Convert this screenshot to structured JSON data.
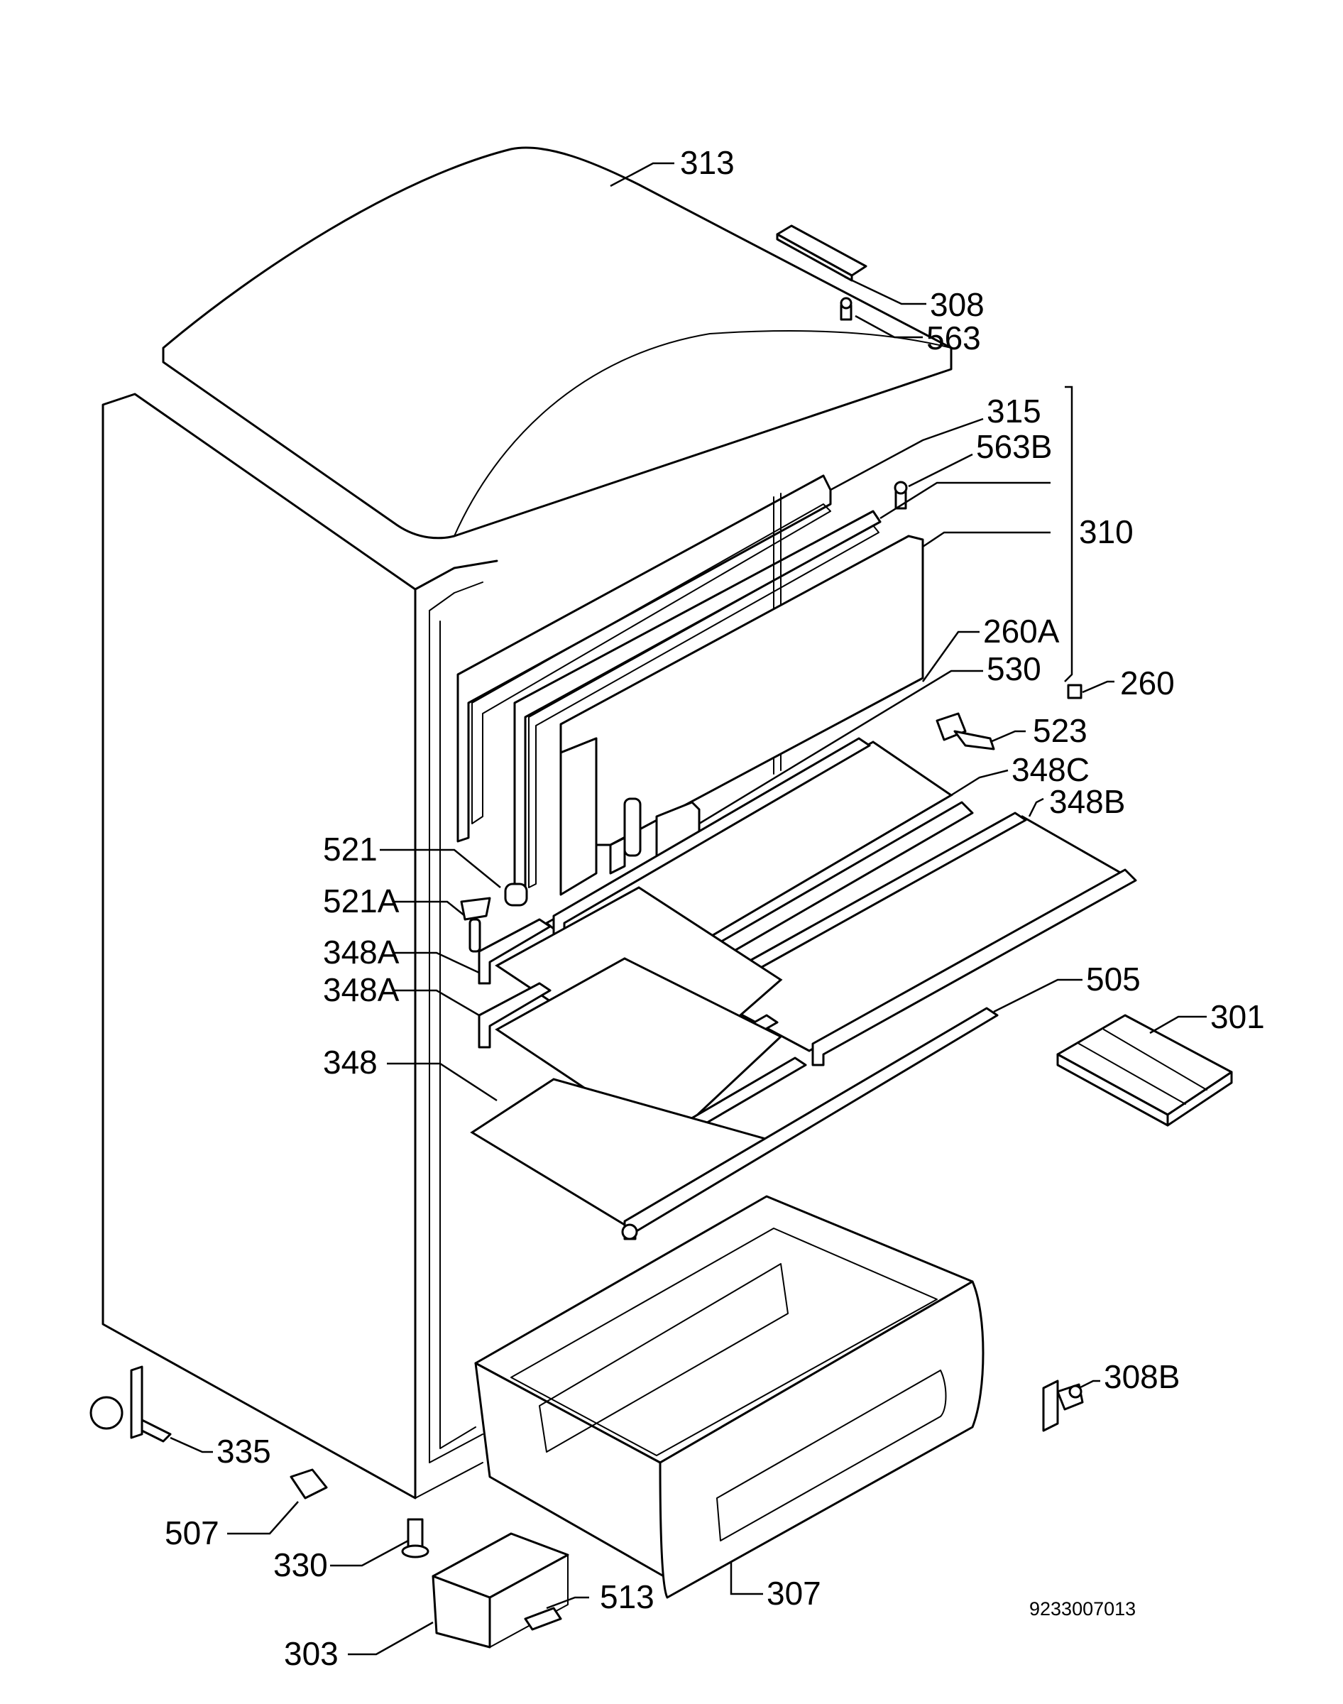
{
  "diagram_ref": "9233007013",
  "labels": {
    "l313": "313",
    "l308": "308",
    "l563": "563",
    "l315": "315",
    "l563b": "563B",
    "l310": "310",
    "l260a": "260A",
    "l530": "530",
    "l260": "260",
    "l523": "523",
    "l348c": "348C",
    "l348b": "348B",
    "l521": "521",
    "l521a": "521A",
    "l348a_1": "348A",
    "l348a_2": "348A",
    "l505": "505",
    "l301": "301",
    "l348": "348",
    "l308b": "308B",
    "l335": "335",
    "l507": "507",
    "l330": "330",
    "l307": "307",
    "l513": "513",
    "l303": "303"
  }
}
